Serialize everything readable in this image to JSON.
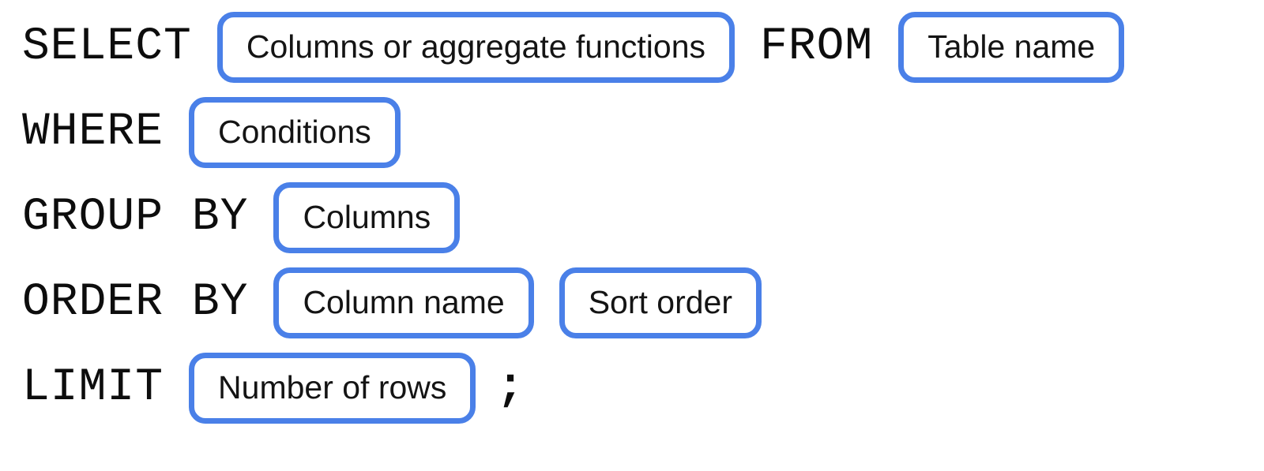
{
  "diagram": {
    "description": "SQL query structure syntax diagram",
    "colors": {
      "background": "#ffffff",
      "pill_border": "#4a80e8",
      "pill_background": "#ffffff",
      "keyword_text": "#0d0d0d",
      "pill_text": "#141414"
    }
  },
  "rows": [
    {
      "id": "select-from",
      "items": [
        {
          "type": "keyword",
          "name": "keyword-select",
          "text": "SELECT"
        },
        {
          "type": "pill",
          "name": "placeholder-columns-or-aggregate-functions",
          "text": "Columns or aggregate functions"
        },
        {
          "type": "keyword",
          "name": "keyword-from",
          "text": "FROM"
        },
        {
          "type": "pill",
          "name": "placeholder-table-name",
          "text": "Table name"
        }
      ]
    },
    {
      "id": "where",
      "items": [
        {
          "type": "keyword",
          "name": "keyword-where",
          "text": "WHERE"
        },
        {
          "type": "pill",
          "name": "placeholder-conditions",
          "text": "Conditions"
        }
      ]
    },
    {
      "id": "group-by",
      "items": [
        {
          "type": "keyword",
          "name": "keyword-group-by",
          "text": "GROUP BY"
        },
        {
          "type": "pill",
          "name": "placeholder-columns",
          "text": "Columns"
        }
      ]
    },
    {
      "id": "order-by",
      "items": [
        {
          "type": "keyword",
          "name": "keyword-order-by",
          "text": "ORDER BY"
        },
        {
          "type": "pill",
          "name": "placeholder-column-name",
          "text": "Column name"
        },
        {
          "type": "pill",
          "name": "placeholder-sort-order",
          "text": "Sort order"
        }
      ]
    },
    {
      "id": "limit",
      "items": [
        {
          "type": "keyword",
          "name": "keyword-limit",
          "text": "LIMIT"
        },
        {
          "type": "pill",
          "name": "placeholder-number-of-rows",
          "text": "Number of rows"
        },
        {
          "type": "punctuation",
          "name": "statement-terminator-semicolon",
          "text": ";"
        }
      ]
    }
  ]
}
